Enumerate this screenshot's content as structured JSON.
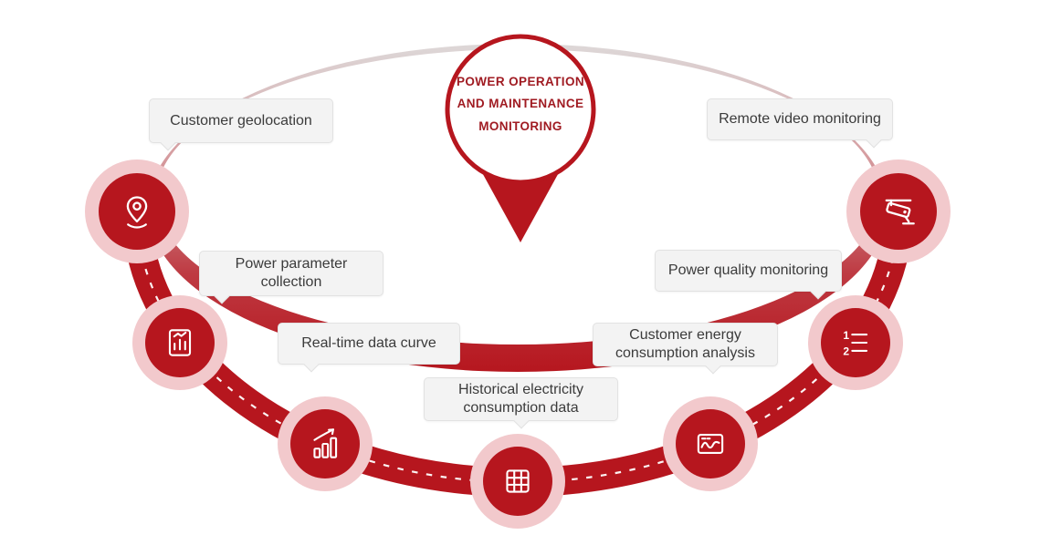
{
  "center": {
    "line1": "POWER OPERATION",
    "line2": "AND MAINTENANCE",
    "line3": "MONITORING"
  },
  "labels": [
    {
      "text": "Customer geolocation"
    },
    {
      "text": "Power parameter collection"
    },
    {
      "text": "Real-time data curve"
    },
    {
      "text": "Historical electricity consumption data"
    },
    {
      "text": "Customer energy consumption analysis"
    },
    {
      "text": "Power quality monitoring"
    },
    {
      "text": "Remote video monitoring"
    }
  ],
  "icons": [
    "location-pin",
    "document-bar-chart",
    "rising-bar-chart",
    "data-table",
    "wave-chart",
    "numbered-list",
    "cctv-camera"
  ],
  "colors": {
    "primary_red": "#B6161E",
    "halo_pink": "#F2C9CC",
    "label_bg": "#F3F3F3",
    "label_border": "#E2E2E2",
    "label_text": "#3B3B3B",
    "center_text_red": "#A01B22",
    "icon_white": "#FFFFFF"
  }
}
